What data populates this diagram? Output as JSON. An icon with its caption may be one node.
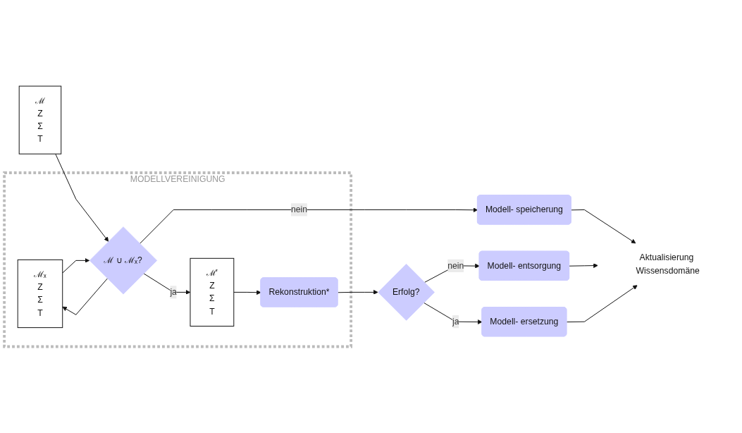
{
  "diagram": {
    "nodes": [
      {
        "text": [
          "MODELLVEREINIGUNG"
        ]
      },
      {
        "text": [
          "ℳₓ",
          "Z",
          "Σ",
          "T"
        ],
        "in": 0
      },
      {
        "text": [
          "ℳ",
          "Z",
          "Σ",
          "T"
        ]
      },
      {
        "text": [
          "ℳ ∪ ℳₓ?"
        ],
        "in": 0
      },
      {
        "text": [
          "ℳ′",
          "Z",
          "Σ",
          "T"
        ],
        "in": 0
      },
      {
        "text": [
          "Rekonstruktion*"
        ],
        "in": 0
      },
      {
        "text": [
          "Erfolg?"
        ]
      },
      {
        "text": [
          "Modell- speicherung"
        ]
      },
      {
        "text": [
          "Modell- entsorgung"
        ]
      },
      {
        "text": [
          "Modell- ersetzung"
        ]
      },
      {
        "text": [
          "Aktualisierung Wissensdomäne"
        ]
      }
    ],
    "edges": [
      {
        "from": 2,
        "to": 3,
        "arrow": "to"
      },
      {
        "from": 3,
        "to": 1,
        "arrow": "to"
      },
      {
        "from": 1,
        "to": 3,
        "arrow": "to"
      },
      {
        "from": 3,
        "to": 4,
        "arrow": "to",
        "label": "ja"
      },
      {
        "from": 4,
        "to": 5,
        "arrow": "to"
      },
      {
        "from": 5,
        "to": 6,
        "arrow": "to"
      },
      {
        "from": 3,
        "to": 7,
        "arrow": "to",
        "label": "nein"
      },
      {
        "from": 6,
        "to": 8,
        "arrow": "to",
        "label": "nein"
      },
      {
        "from": 6,
        "to": 9,
        "arrow": "to",
        "label": "ja"
      },
      {
        "from": 7,
        "to": 10,
        "arrow": "to"
      },
      {
        "from": 8,
        "to": 10,
        "arrow": "to"
      },
      {
        "from": 9,
        "to": 10,
        "arrow": "to"
      }
    ]
  }
}
